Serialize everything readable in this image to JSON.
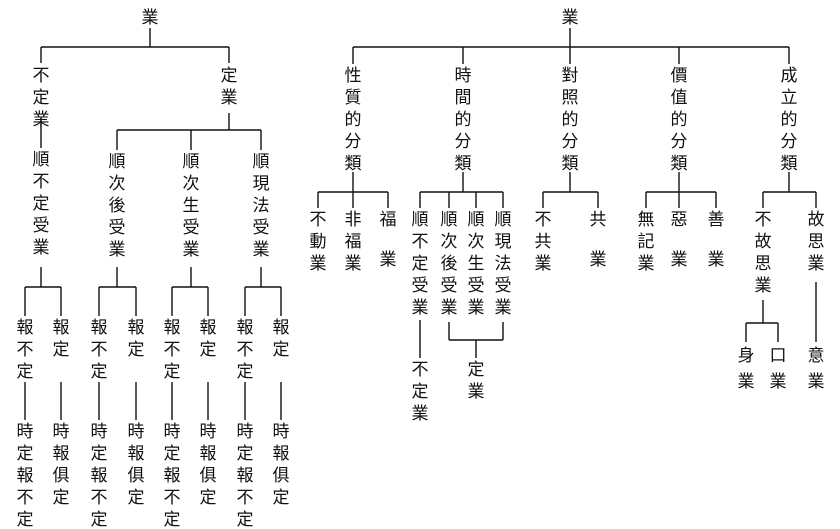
{
  "nodes": {
    "n_root_left": "業",
    "n_root_right": "業",
    "n_fuding": "不定業",
    "n_shunbuding": "順不定受業",
    "n_baobuding1": "報不定",
    "n_bushi1": "時定報不定",
    "n_baoding1": "報定",
    "n_baoding_ju1": "時報俱定",
    "n_dingye": "定業",
    "n_shunci": "順次後受業",
    "n_baobuding2": "報不定",
    "n_bushi2": "時定報不定",
    "n_baoding2": "報定",
    "n_baoding_ju2": "時報俱定",
    "n_shunsheng": "順次生受業",
    "n_baobuding3": "報不定",
    "n_bushi3": "時定報不定",
    "n_baoding3": "報定",
    "n_baoding_ju3": "時報俱定",
    "n_shunxian": "順現法受業",
    "n_baobuding4": "報不定",
    "n_bushi4": "時定報不定",
    "n_baoding4": "報定",
    "n_baoding_ju4": "時報俱定",
    "n_xingzhi": "性質的分類",
    "n_budong": "不動業",
    "n_feifu": "非福業",
    "n_fu": "福業",
    "n_shijian": "時間的分類",
    "n_t_shunbuding": "順不定受業",
    "n_t_buding": "不定業",
    "n_t_shunci": "順次後受業",
    "n_t_shunsheng": "順次生受業",
    "n_t_shunxian": "順現法受業",
    "n_t_ding": "定業",
    "n_duizhao": "對照的分類",
    "n_bugong": "不共業",
    "n_gong": "共業",
    "n_jiazhi": "價值的分類",
    "n_wuji": "無記業",
    "n_e": "惡業",
    "n_shan": "善業",
    "n_chengli": "成立的分類",
    "n_bugusi": "不故思業",
    "n_shen": "身業",
    "n_kou": "口業",
    "n_gusi": "故思業",
    "n_yi": "意業"
  }
}
